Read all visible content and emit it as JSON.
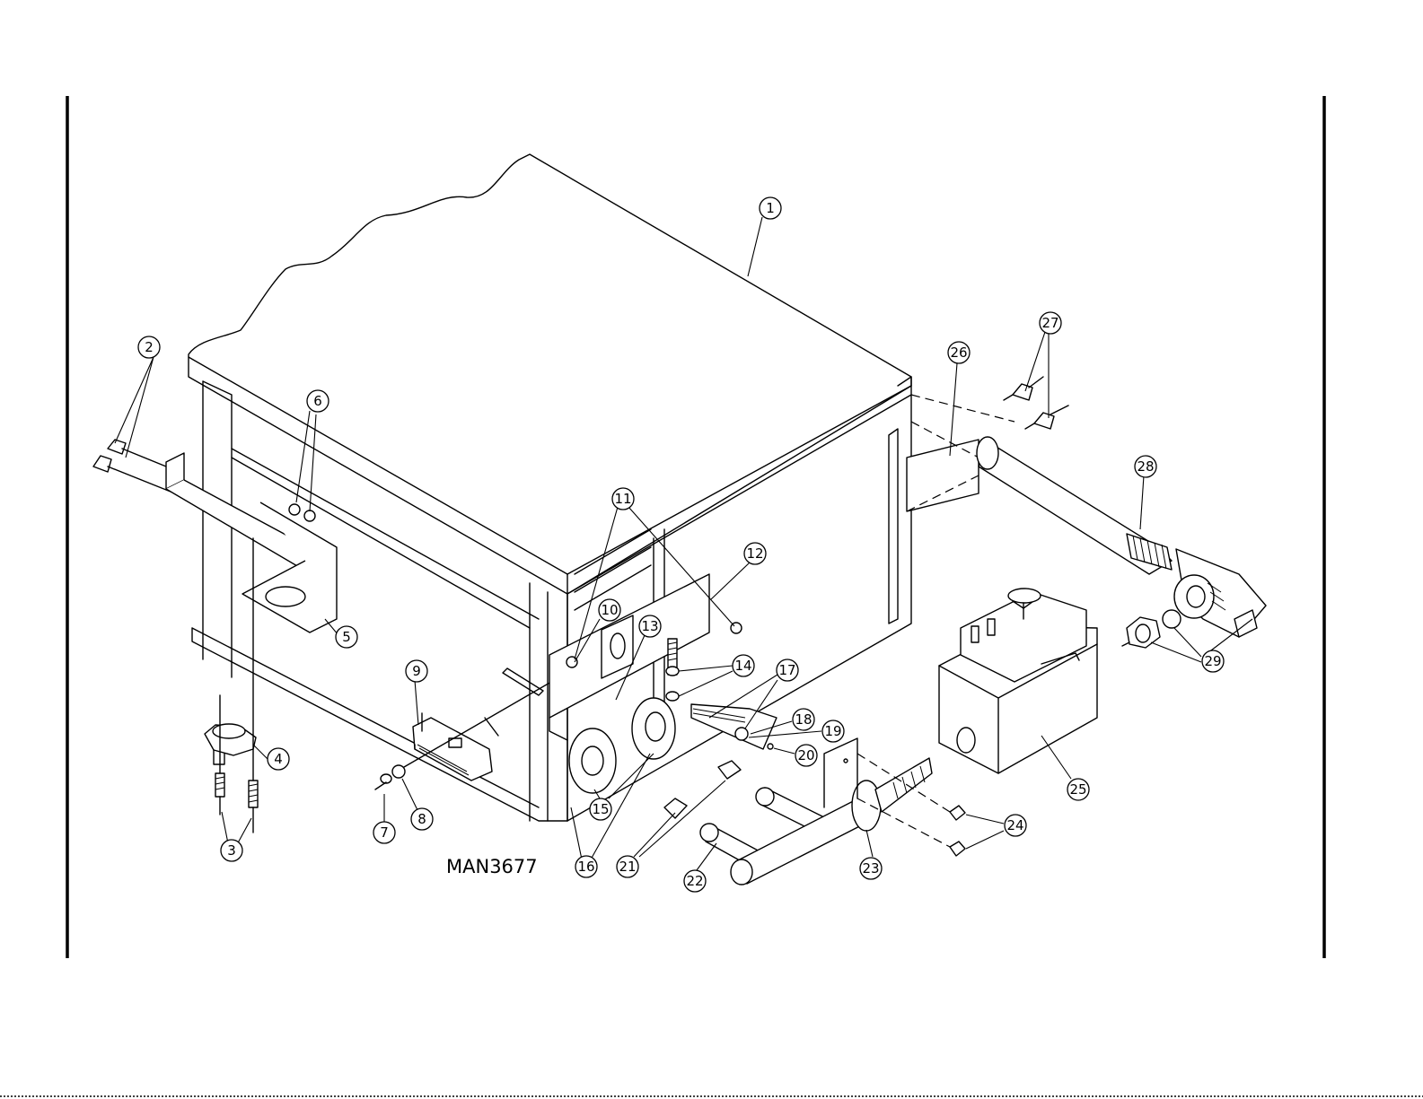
{
  "drawing": {
    "document_id": "MAN3677",
    "callouts": [
      {
        "label": "1"
      },
      {
        "label": "2"
      },
      {
        "label": "3"
      },
      {
        "label": "4"
      },
      {
        "label": "5"
      },
      {
        "label": "6"
      },
      {
        "label": "7"
      },
      {
        "label": "8"
      },
      {
        "label": "9"
      },
      {
        "label": "10"
      },
      {
        "label": "11"
      },
      {
        "label": "12"
      },
      {
        "label": "13"
      },
      {
        "label": "14"
      },
      {
        "label": "15"
      },
      {
        "label": "16"
      },
      {
        "label": "17"
      },
      {
        "label": "18"
      },
      {
        "label": "19"
      },
      {
        "label": "20"
      },
      {
        "label": "21"
      },
      {
        "label": "22"
      },
      {
        "label": "23"
      },
      {
        "label": "24"
      },
      {
        "label": "25"
      },
      {
        "label": "26"
      },
      {
        "label": "27"
      },
      {
        "label": "28"
      },
      {
        "label": "29"
      }
    ]
  }
}
